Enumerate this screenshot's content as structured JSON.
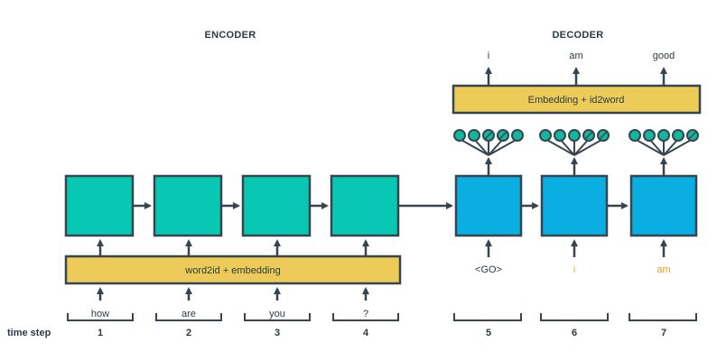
{
  "headers": {
    "encoder": "ENCODER",
    "decoder": "DECODER"
  },
  "encoder": {
    "embedding_label": "word2id + embedding",
    "inputs": [
      "how",
      "are",
      "you",
      "?"
    ],
    "steps": [
      "1",
      "2",
      "3",
      "4"
    ]
  },
  "decoder": {
    "embedding_label": "Embedding + id2word",
    "inputs": [
      "<GO>",
      "i",
      "am"
    ],
    "outputs": [
      "i",
      "am",
      "good"
    ],
    "steps": [
      "5",
      "6",
      "7"
    ]
  },
  "time_step_label": "time step",
  "colors": {
    "encoder_cell": "#08c8b4",
    "decoder_cell": "#0aaee0",
    "embedding_bar": "#edcb59",
    "line": "#36454f",
    "fed_back_token": "#e8a317",
    "neuron": "#10b8a0"
  },
  "icons": {
    "arrow": "arrow-icon",
    "neuron": "neuron-icon"
  }
}
